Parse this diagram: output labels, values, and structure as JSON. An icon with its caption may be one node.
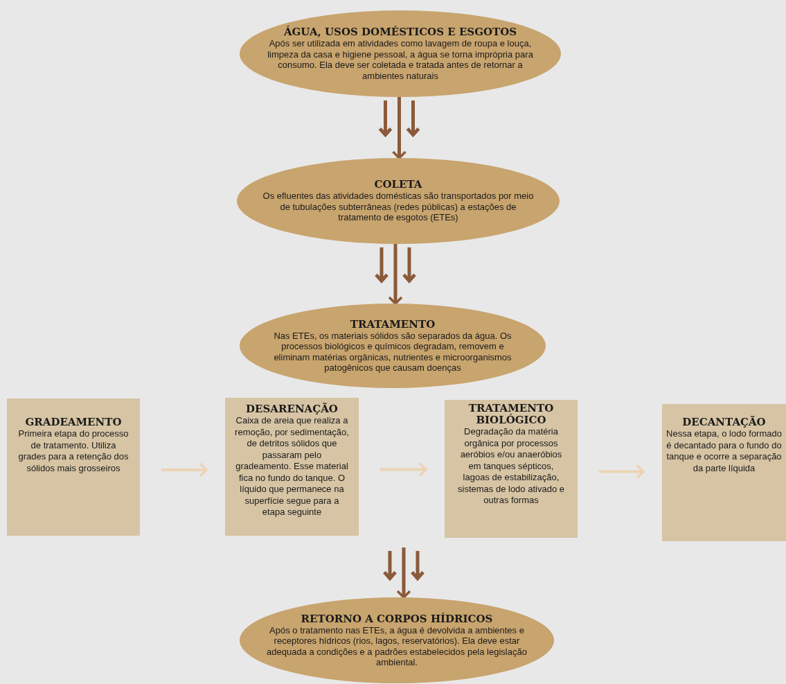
{
  "diagram": {
    "nodes": [
      {
        "text": [
          "ÁGUA, USOS DOMÉSTICOS E ESGOTOS",
          "Após ser utilizada em atividades como lavagem de roupa e louça, limpeza da casa e higiene pessoal, a água se torna imprópria para consumo. Ela deve ser coletada e tratada antes de retornar a ambientes naturais"
        ]
      },
      {
        "text": [
          "COLETA",
          "Os efluentes das atividades domésticas são transportados por meio de tubulações subterrâneas (redes públicas) a estações de tratamento de esgotos (ETEs)"
        ]
      },
      {
        "text": [
          "TRATAMENTO",
          "Nas ETEs, os materiais sólidos são separados da água. Os processos biológicos e químicos degradam, removem e eliminam matérias orgânicas, nutrientes e microorganismos patogênicos que causam doenças"
        ]
      },
      {
        "text": [
          "GRADEAMENTO",
          "Primeira etapa do processo de tratamento. Utiliza grades para a retenção dos sólidos mais grosseiros"
        ]
      },
      {
        "text": [
          "DESARENAÇÃO",
          "Caixa de areia que realiza a remoção, por sedimentação, de detritos sólidos que passaram pelo gradeamento. Esse material fica no fundo do tanque. O líquido que permanece na superfície segue para a etapa seguinte"
        ]
      },
      {
        "text": [
          "TRATAMENTO BIOLÓGICO",
          "Degradação da matéria orgânica por processos aeróbios e/ou anaeróbios em tanques sépticos, lagoas de estabilização, sistemas de lodo ativado e outras formas"
        ]
      },
      {
        "text": [
          "DECANTAÇÃO",
          "Nessa etapa, o lodo formado é decantado para o fundo do tanque e ocorre a separação da parte líquida"
        ]
      },
      {
        "text": [
          "RETORNO A CORPOS HÍDRICOS",
          "Após o tratamento nas ETEs, a água é devolvida a ambientes e receptores hídricos (rios, lagos, reservatórios). Ela deve estar adequada a condições e a padrões estabelecidos pela legislação ambiental."
        ]
      }
    ],
    "edges": [
      {
        "from": 0,
        "to": 1,
        "arrow": "to"
      },
      {
        "from": 1,
        "to": 2,
        "arrow": "to"
      },
      {
        "from": 3,
        "to": 4,
        "arrow": "to",
        "color": "#ecd4b4"
      },
      {
        "from": 4,
        "to": 5,
        "arrow": "to",
        "color": "#ecd4b4"
      },
      {
        "from": 5,
        "to": 6,
        "arrow": "to",
        "color": "#ecd4b4"
      },
      {
        "from": null,
        "to": 7,
        "arrow": "to"
      }
    ]
  }
}
